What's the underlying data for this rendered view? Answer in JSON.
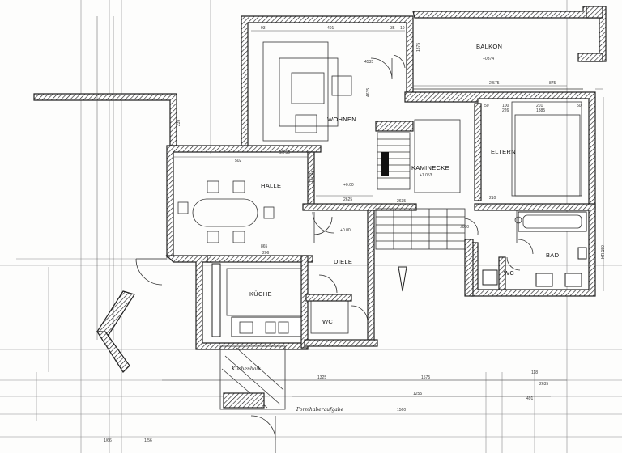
{
  "rooms": {
    "balkon": "BALKON",
    "balkon_level": "+0374",
    "wohnen": "WOHNEN",
    "kaminecke": "KAMINECKE",
    "kaminecke_level": "+1.053",
    "eltern": "ELTERN",
    "halle": "HALLE",
    "halle_level": "+0.00",
    "diele": "DIELE",
    "diele_level": "+0.00",
    "kueche": "KÜCHE",
    "bad": "BAD",
    "wc_left": "WC",
    "wc_right": "WC"
  },
  "dimensions": {
    "d_93": "93",
    "d_401": "401",
    "d_35": "35",
    "d_10": "10",
    "d_4535": "4535",
    "d_4635": "4635",
    "d_239": "239",
    "d_2575": "2.575",
    "d_875": "875",
    "d_1875": "1875",
    "d_50a": "50",
    "d_100": "100",
    "d_226": "226",
    "d_201": "201",
    "d_1385": "1385",
    "d_50b": "50",
    "d_502": "502",
    "d_br50": "BR 50",
    "d_18732": "187/32",
    "d_2625": "2625",
    "d_2635": "2635",
    "d_210": "210",
    "d_865": "865",
    "d_206": "206",
    "d_1325": "1325",
    "d_1575": "1575",
    "d_1255": "1255",
    "d_491": "491",
    "d_1560": "1560",
    "d_2635b": "2635",
    "d_1_66": "1/66",
    "d_118": "118",
    "d_hr150": "HR 150",
    "d_1000": "±000",
    "scale_left": "1/66",
    "scale_right": "1/56"
  },
  "annotations": {
    "note_1": "Küchenbalk",
    "note_2": "Formhaberaufgabe"
  }
}
